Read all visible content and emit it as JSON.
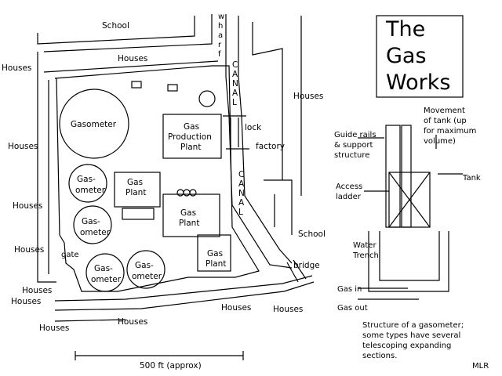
{
  "title": [
    "The",
    "Gas",
    "Works"
  ],
  "map": {
    "school_top": "School",
    "houses_top": "Houses",
    "houses_left": [
      "Houses",
      "Houses",
      "Houses",
      "Houses",
      "Houses",
      "Houses"
    ],
    "houses_bottom_left": "Houses",
    "houses_bottom": "Houses",
    "houses_bottom_mid": "Houses",
    "houses_bottom_right": "Houses",
    "houses_right": "Houses",
    "wharf": [
      "w",
      "h",
      "a",
      "r",
      "f"
    ],
    "canal_top": [
      "C",
      "A",
      "N",
      "A",
      "L"
    ],
    "canal_mid": [
      "C",
      "A",
      "N",
      "A",
      "L"
    ],
    "lock": "lock",
    "factory": "factory",
    "school_right": "School",
    "bridge": "bridge",
    "gate": "gate",
    "gasometer_big": "Gasometer",
    "gasometers": [
      [
        "Gas-",
        "ometer"
      ],
      [
        "Gas-",
        "ometer"
      ],
      [
        "Gas-",
        "ometer"
      ],
      [
        "Gas-",
        "ometer"
      ]
    ],
    "production_plant": [
      "Gas",
      "Production",
      "Plant"
    ],
    "gas_plants": [
      [
        "Gas",
        "Plant"
      ],
      [
        "Gas",
        "Plant"
      ],
      [
        "Gas",
        "Plant"
      ]
    ],
    "scale_label": "500 ft (approx)"
  },
  "gasometer_diagram": {
    "movement": [
      "Movement",
      "of tank (up",
      "for maximum",
      "volume)"
    ],
    "guide_rails": [
      "Guide rails",
      "& support",
      "structure"
    ],
    "tank": "Tank",
    "access_ladder": [
      "Access",
      "ladder"
    ],
    "water_trench": [
      "Water",
      "Trench"
    ],
    "gas_in": "Gas in",
    "gas_out": "Gas out",
    "caption": [
      "Structure of a gasometer;",
      "some types have several",
      "telescoping expanding",
      "sections."
    ]
  },
  "signature": "MLR"
}
